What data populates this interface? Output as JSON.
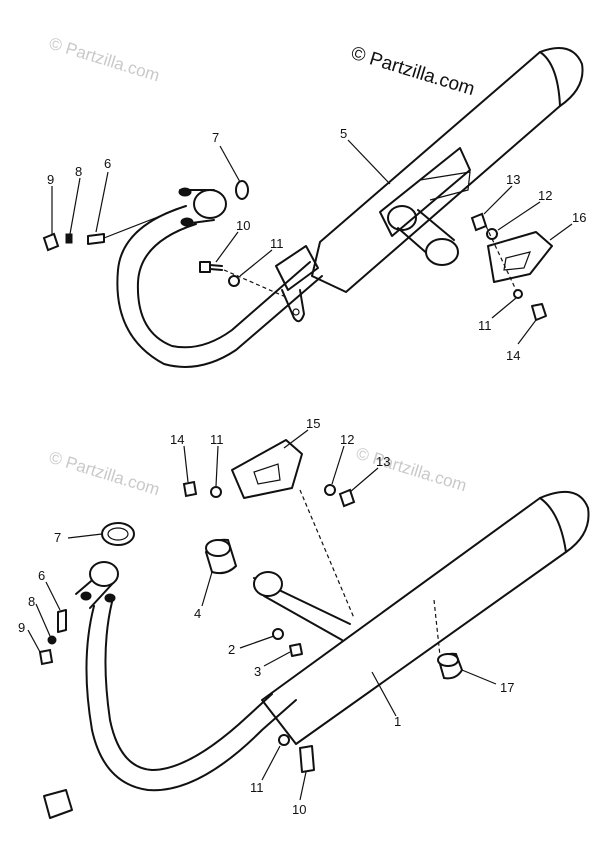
{
  "watermark": {
    "text": "© Partzilla.com"
  },
  "callouts": {
    "upper": [
      "9",
      "8",
      "6",
      "7",
      "10",
      "11",
      "5",
      "13",
      "12",
      "16",
      "11",
      "14"
    ],
    "lower": [
      "14",
      "11",
      "15",
      "12",
      "13",
      "7",
      "6",
      "8",
      "9",
      "4",
      "2",
      "3",
      "17",
      "1",
      "11",
      "10"
    ]
  }
}
